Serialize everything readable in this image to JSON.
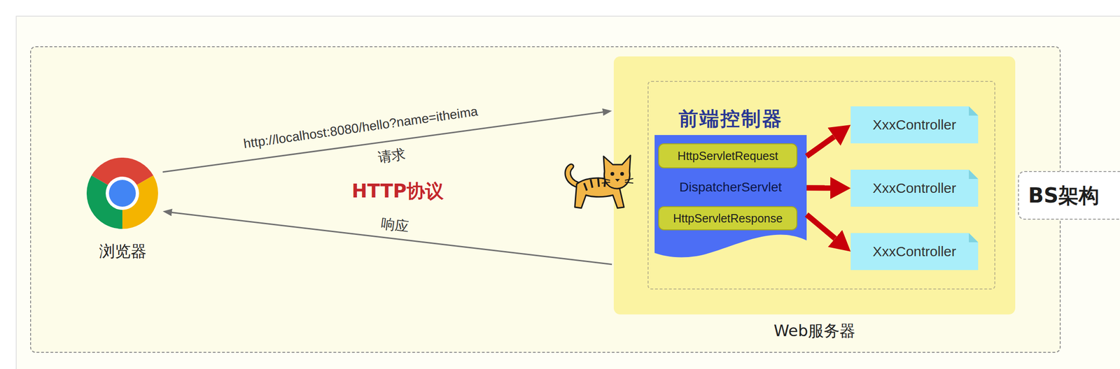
{
  "diagram": {
    "nodes": [
      {
        "text": [
          "BS架构"
        ]
      },
      {
        "text": [
          "浏览器"
        ],
        "in": 0
      },
      {
        "text": [
          "Web服务器"
        ],
        "in": 0
      },
      {
        "text": [
          "前端控制器",
          "DispatcherServlet"
        ],
        "in": 2
      },
      {
        "text": [
          "HttpServletRequest"
        ],
        "in": 3
      },
      {
        "text": [
          "HttpServletResponse"
        ],
        "in": 3
      },
      {
        "text": [
          "XxxController"
        ],
        "in": 2
      },
      {
        "text": [
          "XxxController"
        ],
        "in": 2
      },
      {
        "text": [
          "XxxController"
        ],
        "in": 2
      }
    ],
    "edges": [
      {
        "from": 1,
        "to": 2,
        "arrow": "to",
        "label": "请求"
      },
      {
        "from": 2,
        "to": 1,
        "arrow": "to",
        "label": "响应"
      },
      {
        "from": 3,
        "to": 6,
        "arrow": "to"
      },
      {
        "from": 3,
        "to": 7,
        "arrow": "to"
      },
      {
        "from": 3,
        "to": 8,
        "arrow": "to"
      }
    ],
    "labels": [
      "http://localhost:8080/hello?name=itheima",
      "HTTP协议"
    ]
  }
}
